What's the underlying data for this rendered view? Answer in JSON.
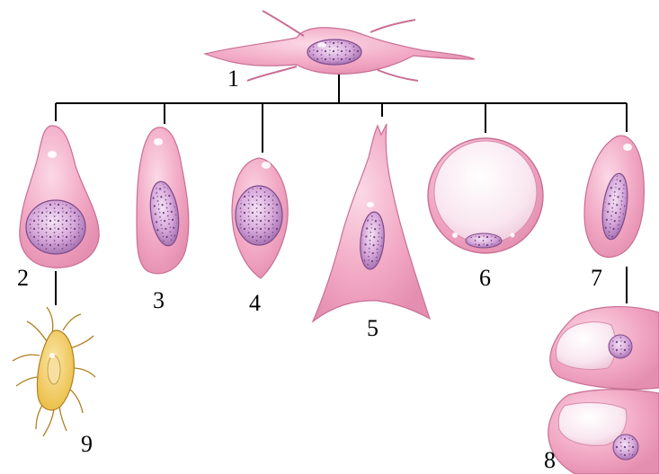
{
  "figure": {
    "labels": {
      "l1": "1",
      "l2": "2",
      "l3": "3",
      "l4": "4",
      "l5": "5",
      "l6": "6",
      "l7": "7",
      "l8": "8",
      "l9": "9"
    },
    "colors": {
      "cell_fill": "#f2a9c4",
      "cell_edge": "#c86f95",
      "nucleus": "#c48bc9",
      "nucleus_edge": "#7e4a8c",
      "fat_vacuole": "#fbeff5",
      "pigment_cell": "#f0c34e",
      "pigment_edge": "#b08020",
      "line": "#000000"
    }
  }
}
